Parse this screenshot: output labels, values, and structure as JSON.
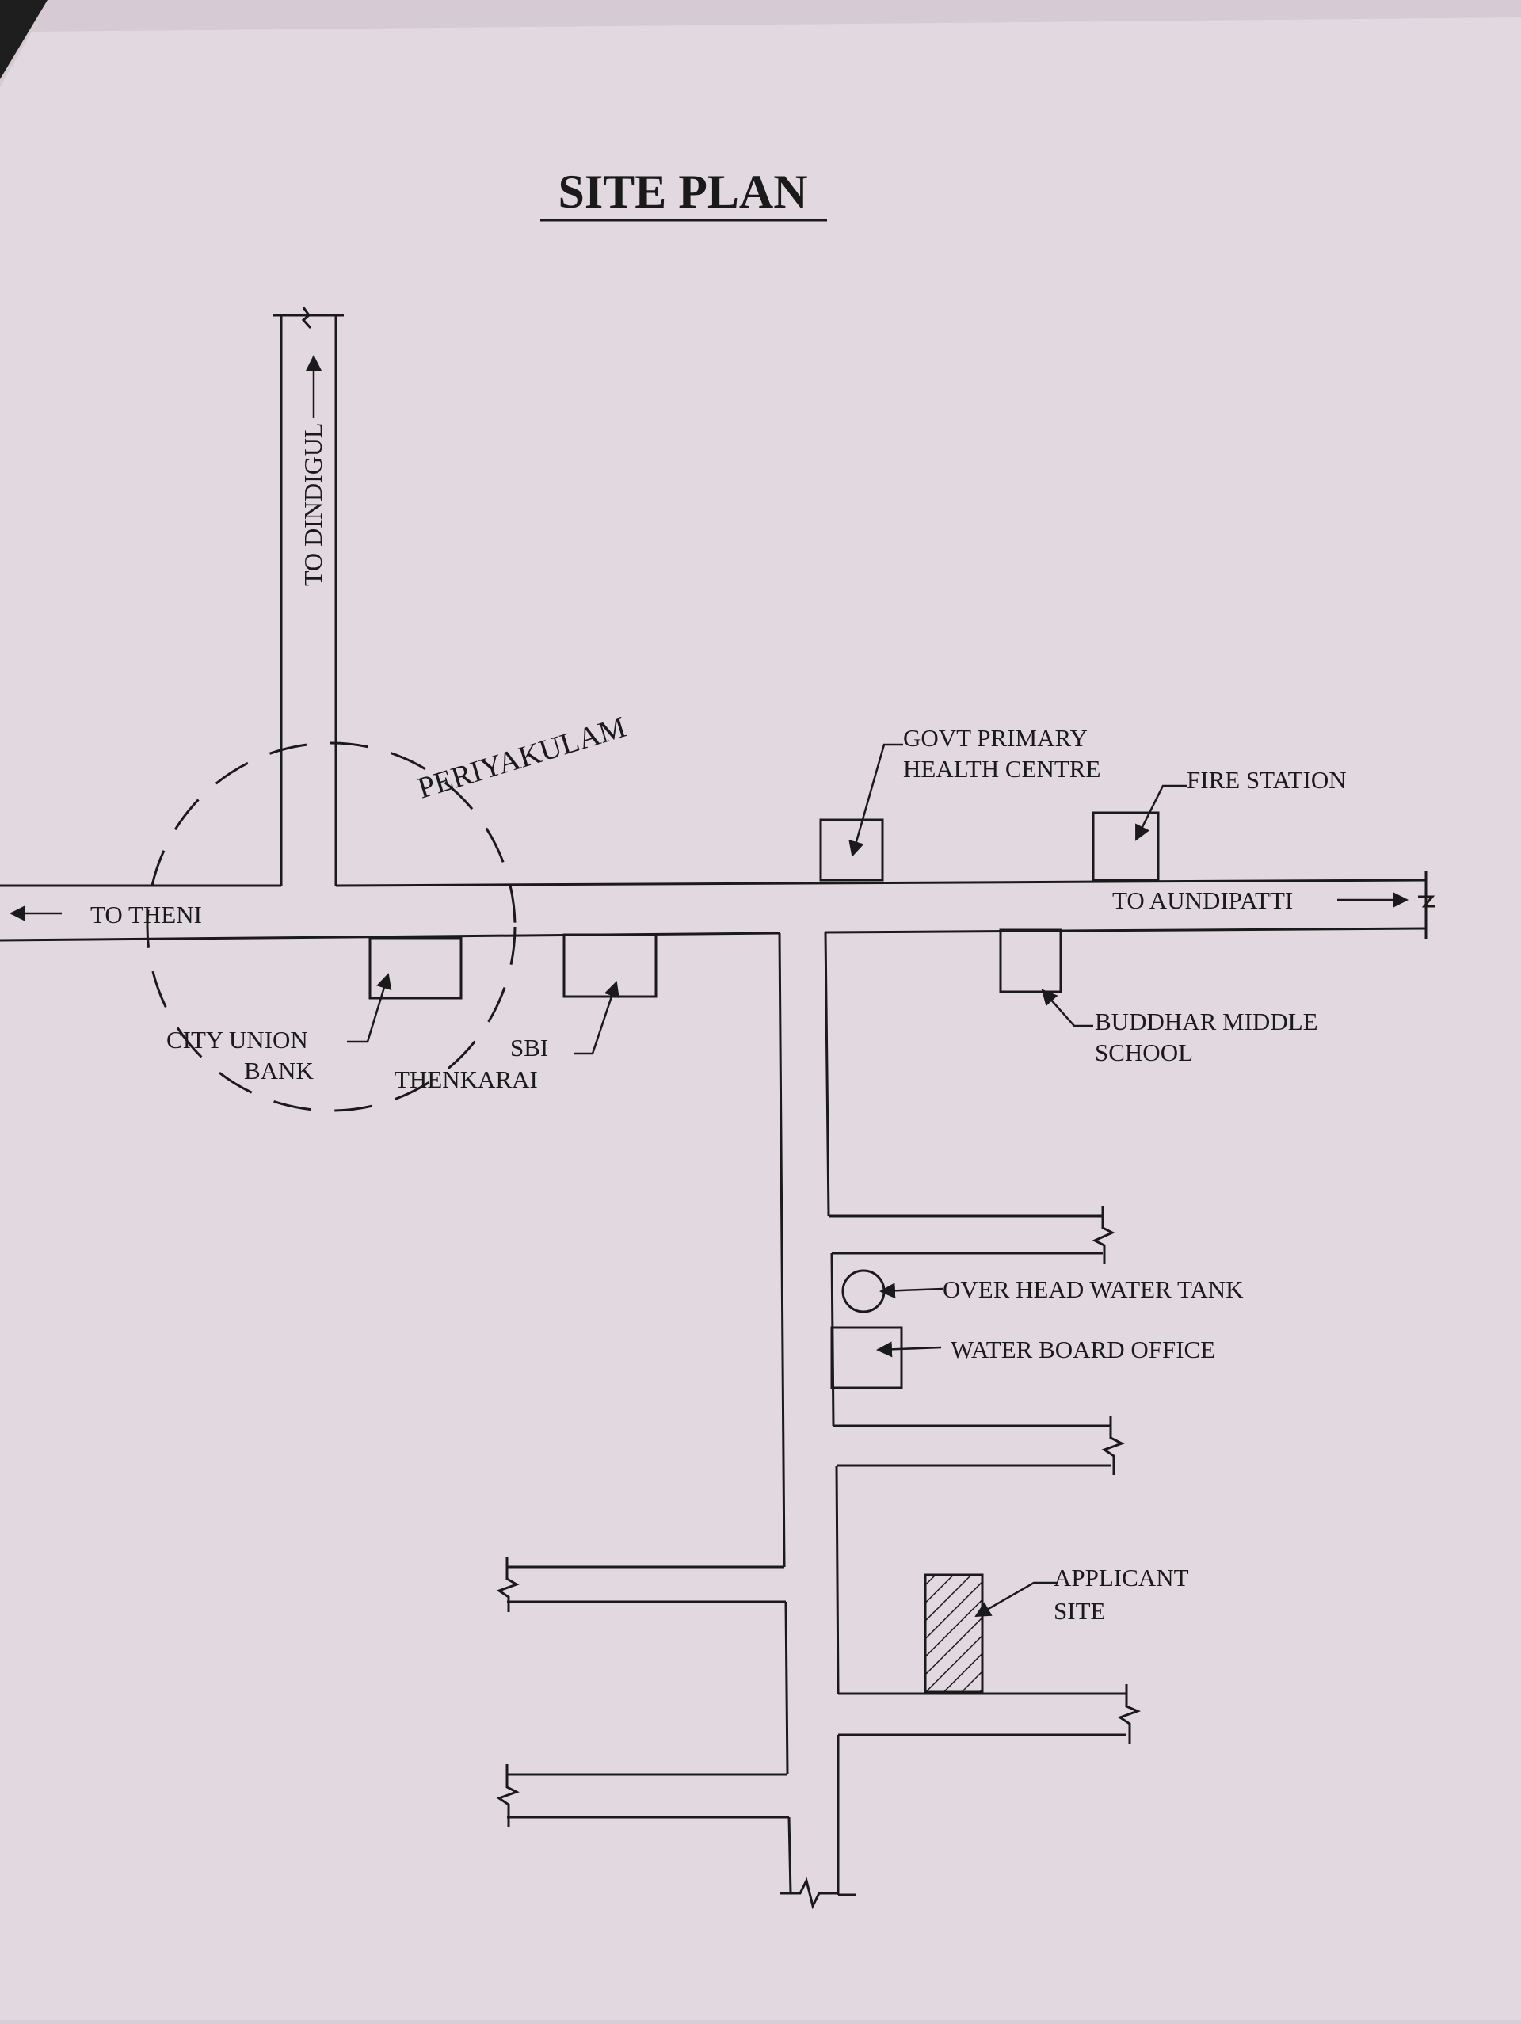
{
  "title": "SITE PLAN",
  "town": "PERIYAKULAM",
  "roads": {
    "to_dindigul": "TO DINDIGUL",
    "to_theni": "TO THENI",
    "to_aundipatti": "TO  AUNDIPATTI"
  },
  "landmarks": {
    "phc_line1": "GOVT PRIMARY",
    "phc_line2": "HEALTH CENTRE",
    "fire_station": "FIRE STATION",
    "city_union_line1": "CITY UNION",
    "city_union_line2": "BANK",
    "sbi_line1": "SBI",
    "sbi_line2": "THENKARAI",
    "buddhar_line1": "BUDDHAR MIDDLE",
    "buddhar_line2": "SCHOOL",
    "water_tank": "OVER HEAD WATER TANK",
    "water_board": "WATER BOARD OFFICE",
    "applicant_line1": "APPLICANT",
    "applicant_line2": "SITE"
  },
  "colors": {
    "paper": "#e2d8e0",
    "ink": "#1a1a1a"
  }
}
